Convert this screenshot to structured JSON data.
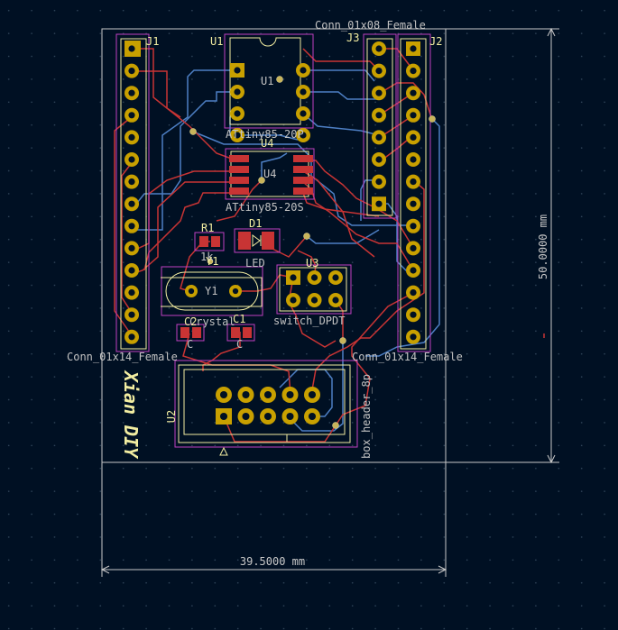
{
  "colors": {
    "background": "#001023",
    "grid_dot": "#34495e",
    "edge_cuts": "#c8c8c8",
    "front_copper": "#c83434",
    "back_copper": "#4d7fc4",
    "courtyard": "#c040c0",
    "silkscreen": "#f2eda1",
    "fab_text": "#c2c2c2",
    "pad": "#c8a000",
    "dimension": "#c8c8c8"
  },
  "dimensions": {
    "height": "50.0000 mm",
    "width": "39.5000 mm"
  },
  "components": {
    "j1_ref": "J1",
    "j1_value": "Conn_01x14_Female",
    "j2_ref": "J2",
    "j2_value": "Conn_01x14_Female",
    "j3_ref": "J3",
    "j3_value": "Conn_01x08_Female",
    "u1_ref": "U1",
    "u1_fab_ref": "U1",
    "u1_value": "ATtiny85-20P",
    "u4_ref": "U4",
    "u4_fab_ref": "U4",
    "u4_value": "ATtiny85-20S",
    "r1_ref": "R1",
    "r1_value": "1k",
    "d1_ref": "D1",
    "d1_value": "LED",
    "y1_ref": "Y1",
    "y1_fab_ref": "Y1",
    "y1_value": "Crystal",
    "c1_ref": "C1",
    "c1_value": "C",
    "c2_ref": "C2",
    "c2_value": "C",
    "u3_ref": "U3",
    "u3_value": "switch_DPDT",
    "u2_ref": "U2",
    "u2_value": "box_header_8p"
  },
  "branding": {
    "text": "Xian DIY"
  }
}
